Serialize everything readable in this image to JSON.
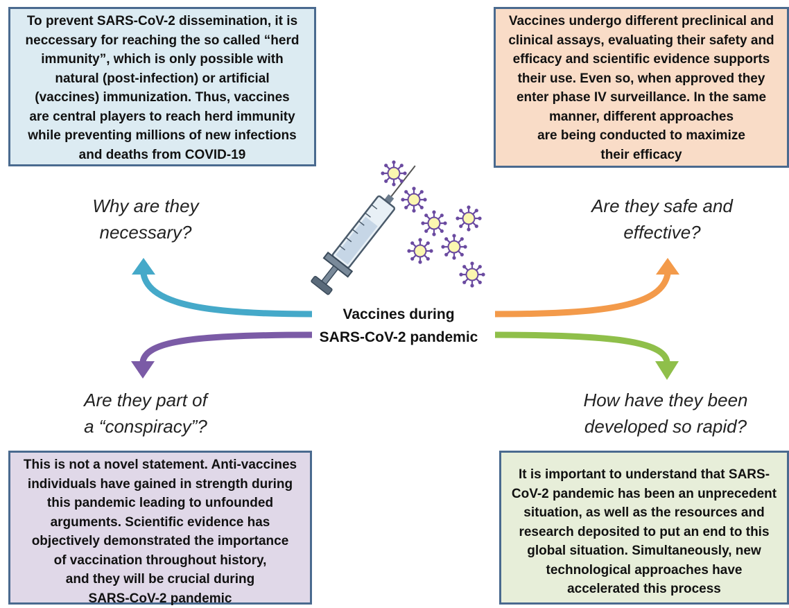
{
  "center": {
    "title": "Vaccines  during\nSARS-CoV-2 pandemic"
  },
  "quadrants": {
    "top_left": {
      "question": "Why are they\nnecessary?",
      "text": "To prevent SARS-CoV-2 dissemination, it is\nneccessary for reaching the so called “herd\nimmunity”, which is only possible with\nnatural (post-infection) or artificial\n(vaccines) immunization. Thus, vaccines\nare central players to reach herd immunity\nwhile preventing millions of new infections\nand deaths from COVID-19",
      "arrow_color": "#45a9c9",
      "box_color": "#dcebf2"
    },
    "top_right": {
      "question": "Are they safe and\neffective?",
      "text": "Vaccines undergo different preclinical and\nclinical assays, evaluating their safety and\nefficacy and scientific evidence supports\ntheir use. Even so, when approved they\nenter phase IV surveillance. In the same\nmanner, different approaches\nare being conducted to maximize\ntheir efficacy",
      "arrow_color": "#f39a4a",
      "box_color": "#f9dcc7"
    },
    "bottom_left": {
      "question": "Are they part of\na “conspiracy”?",
      "text": "This is not a novel statement. Anti-vaccines\nindividuals have gained in strength during\nthis pandemic leading to unfounded\narguments. Scientific evidence has\nobjectively demonstrated the importance\nof vaccination throughout history,\nand they will be crucial during\nSARS-CoV-2 pandemic",
      "arrow_color": "#7b5ba6",
      "box_color": "#e0d8e8"
    },
    "bottom_right": {
      "question": "How have they been\ndeveloped so rapid?",
      "text": "It is important to understand that SARS-\nCoV-2 pandemic has been an unprecedent\nsituation, as well as the resources and\nresearch deposited to put an end to this\nglobal situation. Simultaneously, new\ntechnological approaches have\naccelerated this process",
      "arrow_color": "#8fbf4a",
      "box_color": "#e7eed9"
    }
  },
  "icons": [
    "syringe-icon",
    "virus-icon"
  ],
  "colors": {
    "box_border": "#4a6a8f",
    "virus_fill": "#fbf7b0",
    "virus_spike": "#6a4aa0"
  }
}
